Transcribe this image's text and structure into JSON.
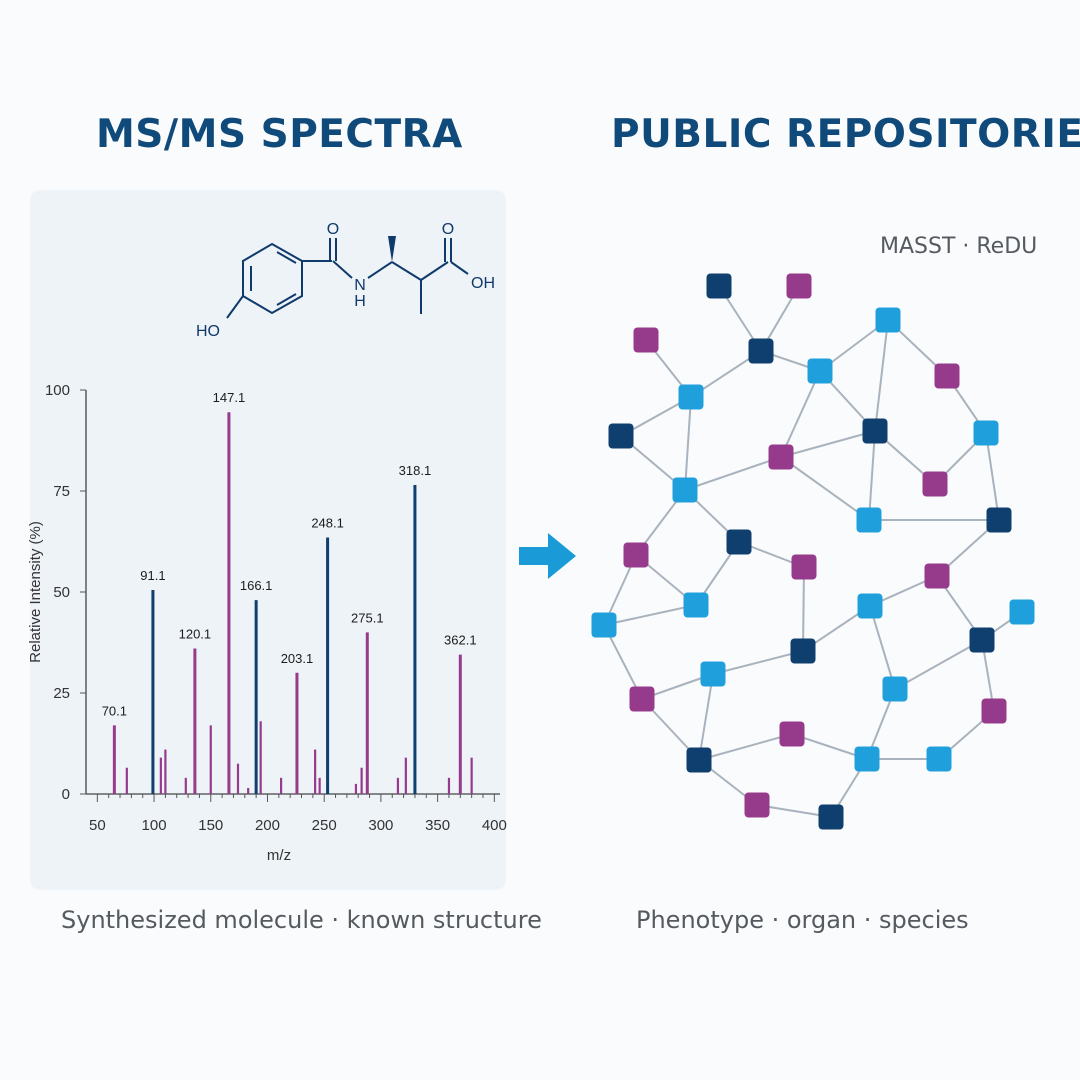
{
  "left": {
    "title": "MS/MS SPECTRA",
    "caption": "Synthesized molecule · known structure",
    "molecule": {
      "atoms": {
        "o1": "O",
        "n": "N",
        "h": "H",
        "o2": "O",
        "oh": "OH",
        "ho": "HO"
      }
    }
  },
  "right": {
    "title": "PUBLIC REPOSITORIES",
    "tools": "MASST · ReDU",
    "caption": "Phenotype · organ · species"
  },
  "colors": {
    "primary_blue": "#0f4a7a",
    "dark_navy": "#0e3f6e",
    "light_blue": "#1fa0dc",
    "magenta": "#963a8c",
    "arrow": "#1a9bd7"
  },
  "chart_data": {
    "type": "bar",
    "xlabel": "m/z",
    "ylabel": "Relative Intensity (%)",
    "xlim": [
      40,
      405
    ],
    "ylim": [
      0,
      100
    ],
    "xticks": [
      "50",
      "100",
      "150",
      "200",
      "250",
      "300",
      "350",
      "400"
    ],
    "yticks": [
      "0",
      "25",
      "50",
      "75",
      "100"
    ],
    "peaks": [
      {
        "mz": 65,
        "intensity": 17,
        "label": "70.1",
        "color": "magenta"
      },
      {
        "mz": 76,
        "intensity": 6.5,
        "label": "",
        "color": "magenta"
      },
      {
        "mz": 99,
        "intensity": 50.5,
        "label": "91.1",
        "color": "navy"
      },
      {
        "mz": 106,
        "intensity": 9,
        "label": "",
        "color": "magenta"
      },
      {
        "mz": 110,
        "intensity": 11,
        "label": "",
        "color": "magenta"
      },
      {
        "mz": 128,
        "intensity": 4,
        "label": "",
        "color": "magenta"
      },
      {
        "mz": 136,
        "intensity": 36,
        "label": "120.1",
        "color": "magenta"
      },
      {
        "mz": 150,
        "intensity": 17,
        "label": "",
        "color": "magenta"
      },
      {
        "mz": 166,
        "intensity": 94.5,
        "label": "147.1",
        "color": "magenta"
      },
      {
        "mz": 174,
        "intensity": 7.5,
        "label": "",
        "color": "magenta"
      },
      {
        "mz": 183,
        "intensity": 1.5,
        "label": "",
        "color": "magenta"
      },
      {
        "mz": 190,
        "intensity": 48,
        "label": "166.1",
        "color": "navy"
      },
      {
        "mz": 194,
        "intensity": 18,
        "label": "",
        "color": "magenta"
      },
      {
        "mz": 212,
        "intensity": 4,
        "label": "",
        "color": "magenta"
      },
      {
        "mz": 226,
        "intensity": 30,
        "label": "203.1",
        "color": "magenta"
      },
      {
        "mz": 242,
        "intensity": 11,
        "label": "",
        "color": "magenta"
      },
      {
        "mz": 246,
        "intensity": 4,
        "label": "",
        "color": "magenta"
      },
      {
        "mz": 253,
        "intensity": 63.5,
        "label": "248.1",
        "color": "navy"
      },
      {
        "mz": 278,
        "intensity": 2.5,
        "label": "",
        "color": "magenta"
      },
      {
        "mz": 283,
        "intensity": 6.5,
        "label": "",
        "color": "magenta"
      },
      {
        "mz": 288,
        "intensity": 40,
        "label": "275.1",
        "color": "magenta"
      },
      {
        "mz": 315,
        "intensity": 4,
        "label": "",
        "color": "magenta"
      },
      {
        "mz": 322,
        "intensity": 9,
        "label": "",
        "color": "magenta"
      },
      {
        "mz": 330,
        "intensity": 76.5,
        "label": "318.1",
        "color": "navy"
      },
      {
        "mz": 360,
        "intensity": 4,
        "label": "",
        "color": "magenta"
      },
      {
        "mz": 370,
        "intensity": 34.5,
        "label": "362.1",
        "color": "magenta"
      },
      {
        "mz": 380,
        "intensity": 9,
        "label": "",
        "color": "magenta"
      }
    ]
  }
}
